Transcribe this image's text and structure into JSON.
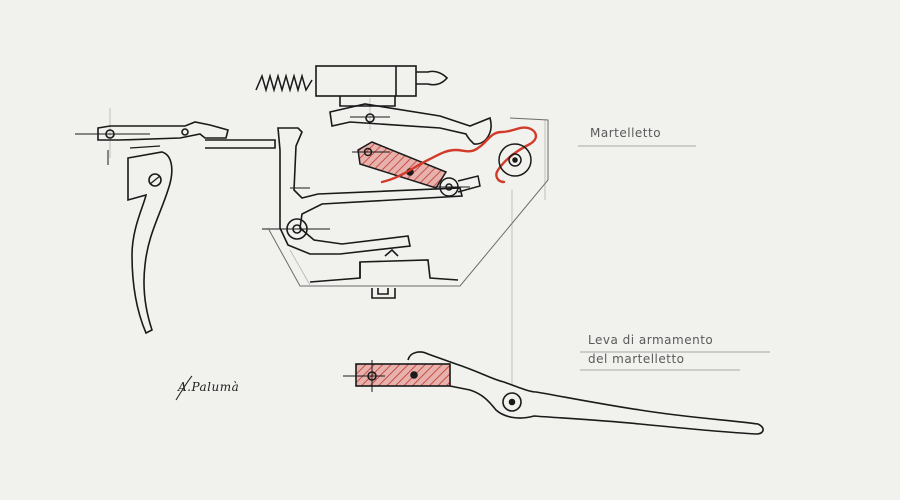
{
  "labels": {
    "hammer": "Martelletto",
    "lever_line1": "Leva di armamento",
    "lever_line2": "del martelletto",
    "signature": "A.Palumà"
  },
  "colors": {
    "paper": "#f1f1ee",
    "ink": "#1a1a1a",
    "hatch": "#c0392b",
    "fill": "#e6a6a6",
    "guide": "#a0a0a0"
  }
}
